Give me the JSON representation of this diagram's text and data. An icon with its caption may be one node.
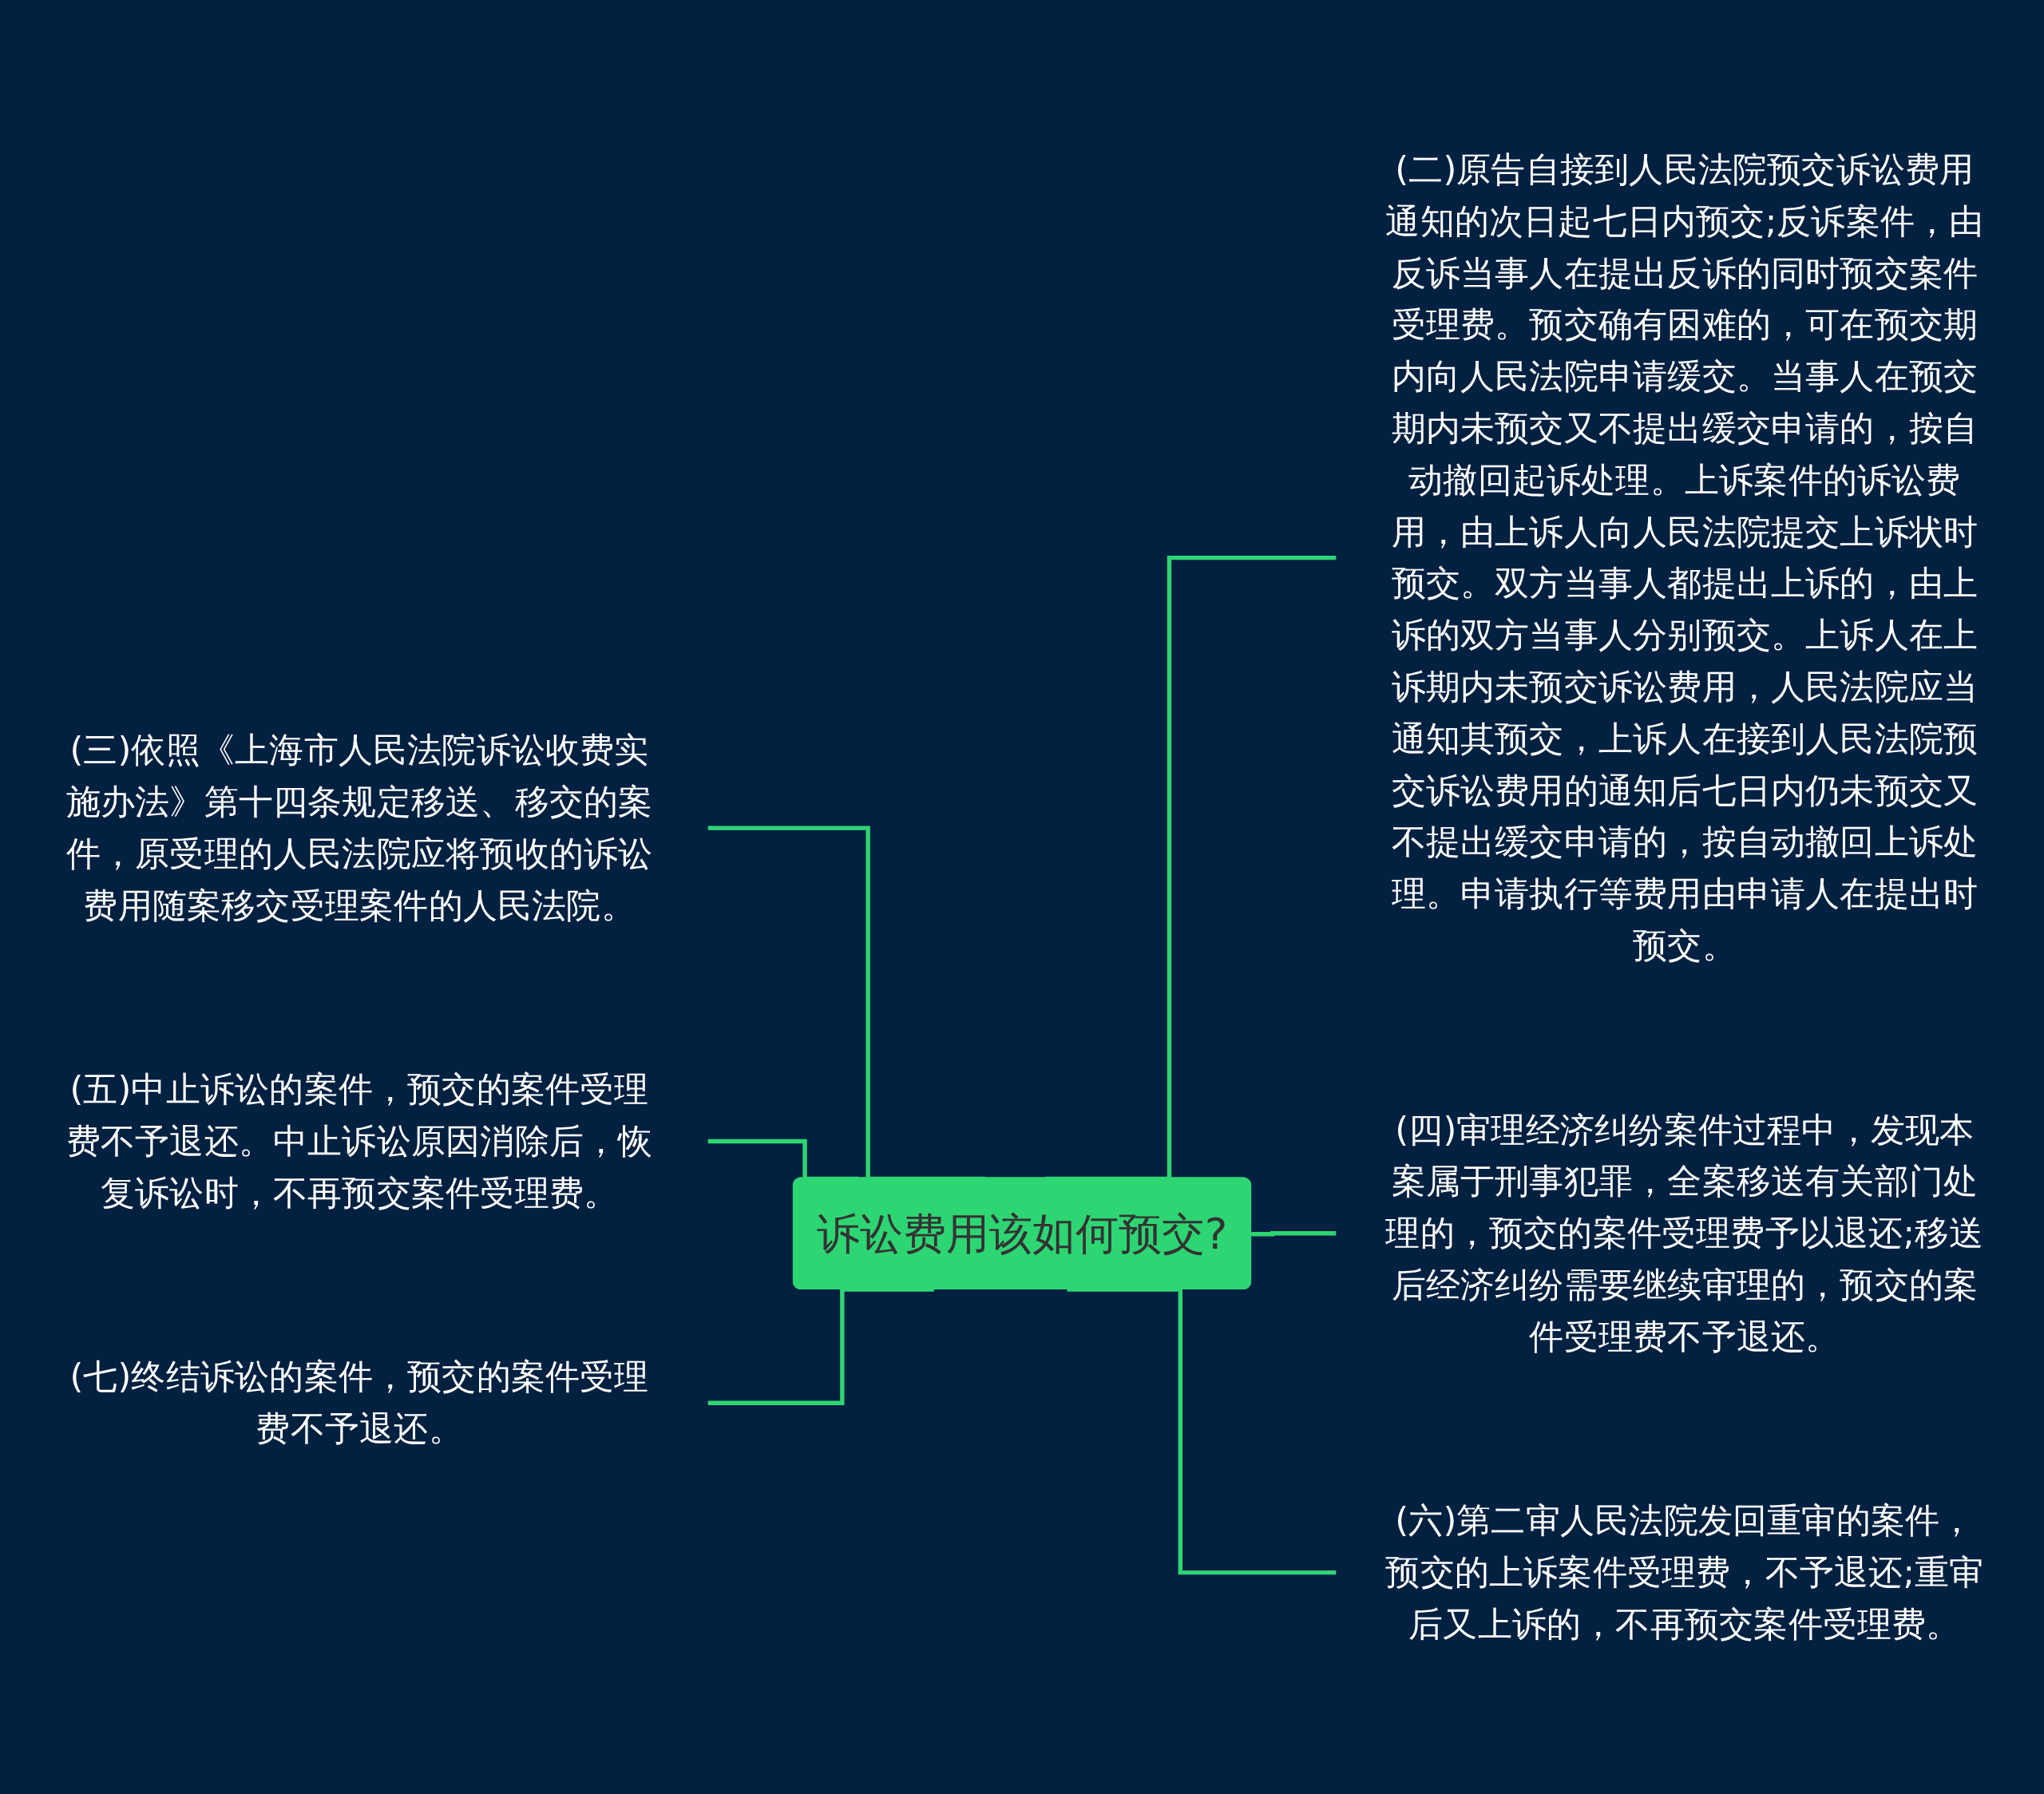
{
  "diagram": {
    "nodes": [
      {
        "text": [
          "诉讼费用该如何预交?"
        ]
      },
      {
        "text": [
          "(二)原告自接到人民法院预交诉讼费用通知的次日起七日内预交;反诉案件，由反诉当事人在提出反诉的同时预交案件受理费。预交确有困难的，可在预交期内向人民法院申请缓交。当事人在预交期内未预交又不提出缓交申请的，按自动撤回起诉处理。上诉案件的诉讼费用，由上诉人向人民法院提交上诉状时预交。双方当事人都提出上诉的，由上诉的双方当事人分别预交。上诉人在上诉期内未预交诉讼费用，人民法院应当通知其预交，上诉人在接到人民法院预交诉讼费用的通知后七日内仍未预交又不提出缓交申请的，按自动撤回上诉处理。申请执行等费用由申请人在提出时预交。"
        ]
      },
      {
        "text": [
          "(三)依照《上海市人民法院诉讼收费实施办法》第十四条规定移送、移交的案件，原受理的人民法院应将预收的诉讼费用随案移交受理案件的人民法院。"
        ]
      },
      {
        "text": [
          "(四)审理经济纠纷案件过程中，发现本案属于刑事犯罪，全案移送有关部门处理的，预交的案件受理费予以退还;移送后经济纠纷需要继续审理的，预交的案件受理费不予退还。"
        ]
      },
      {
        "text": [
          "(五)中止诉讼的案件，预交的案件受理费不予退还。中止诉讼原因消除后，恢复诉讼时，不再预交案件受理费。"
        ]
      },
      {
        "text": [
          "(六)第二审人民法院发回重审的案件，预交的上诉案件受理费，不予退还;重审后又上诉的，不再预交案件受理费。"
        ]
      },
      {
        "text": [
          "(七)终结诉讼的案件，预交的案件受理费不予退还。"
        ]
      }
    ],
    "edges": [
      {
        "from": 0,
        "to": 1,
        "arrow": "none"
      },
      {
        "from": 2,
        "to": 0,
        "arrow": "none"
      },
      {
        "from": 0,
        "to": 3,
        "arrow": "none"
      },
      {
        "from": 4,
        "to": 0,
        "arrow": "none"
      },
      {
        "from": 0,
        "to": 5,
        "arrow": "none"
      },
      {
        "from": 6,
        "to": 0,
        "arrow": "none"
      }
    ]
  }
}
